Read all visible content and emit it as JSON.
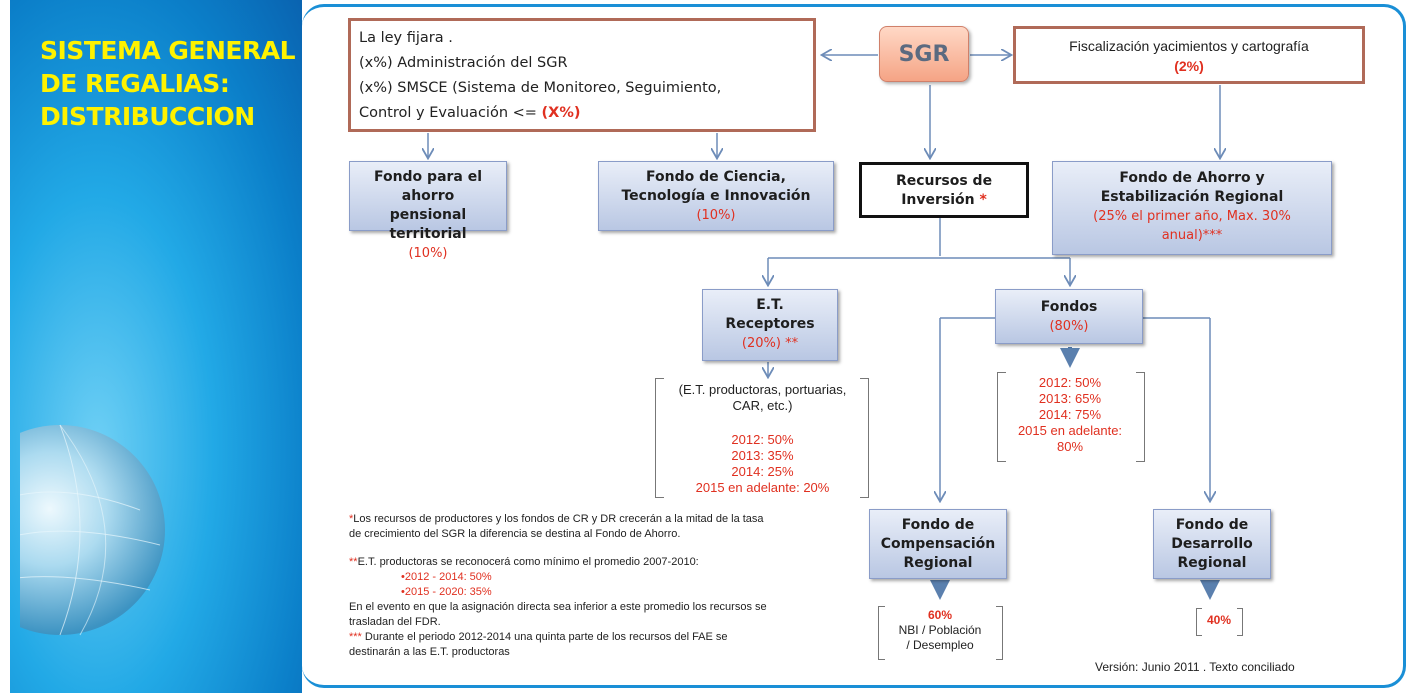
{
  "sidebar": {
    "title": "SISTEMA GENERAL DE REGALIAS: DISTRIBUCCION"
  },
  "diagram": {
    "sgr": "SGR",
    "ley": {
      "l1": "La ley fijara .",
      "l2": "(x%) Administración del SGR",
      "l3": "(x%) SMSCE (Sistema de Monitoreo, Seguimiento,",
      "l4a": "Control y Evaluación <= ",
      "l4b": "(X%)"
    },
    "fiscal": {
      "title": "Fiscalización yacimientos y cartografía",
      "pct": "(2%)"
    },
    "fondo_pensional": {
      "l1": "Fondo para el ahorro",
      "l2": "pensional territorial",
      "pct": "(10%)"
    },
    "fondo_ciencia": {
      "l1": "Fondo de Ciencia,",
      "l2": "Tecnología e Innovación",
      "pct": "(10%)"
    },
    "recursos": {
      "l1": "Recursos de",
      "l2": "Inversión ",
      "star": "*"
    },
    "fae": {
      "l1": "Fondo de Ahorro y",
      "l2": "Estabilización Regional",
      "pct1": "(25% el primer año, Max. 30%",
      "pct2": "anual)***"
    },
    "et": {
      "l1": "E.T.",
      "l2": "Receptores",
      "pct": "(20%) **"
    },
    "fondos": {
      "l1": "Fondos",
      "pct": "(80%)"
    },
    "et_detail": {
      "l1": "(E.T. productoras, portuarias,",
      "l2": "CAR, etc.)",
      "y1": "2012: 50%",
      "y2": "2013: 35%",
      "y3": "2014: 25%",
      "y4": "2015 en adelante: 20%"
    },
    "fondos_detail": {
      "y1": "2012: 50%",
      "y2": "2013: 65%",
      "y3": "2014: 75%",
      "y4": "2015 en adelante:",
      "y5": "80%"
    },
    "fcr": {
      "l1": "Fondo de",
      "l2": "Compensación",
      "l3": "Regional"
    },
    "fdr": {
      "l1": "Fondo de",
      "l2": "Desarrollo",
      "l3": "Regional"
    },
    "fcr_detail": {
      "pct": "60%",
      "l1": "NBI / Población",
      "l2": "/ Desempleo"
    },
    "fdr_detail": {
      "pct": "40%"
    }
  },
  "notes": {
    "n1_star": "*",
    "n1a": "Los recursos de productores y los fondos de CR y DR crecerán a la mitad de la tasa",
    "n1b": "de crecimiento del SGR la diferencia se destina al Fondo de Ahorro.",
    "n2_star": "**",
    "n2": "E.T. productoras  se reconocerá como mínimo  el promedio 2007-2010:",
    "n2_b1": "•2012 - 2014: 50%",
    "n2_b2": "•2015 - 2020: 35%",
    "n3a": "En el evento en que la asignación directa sea inferior a este promedio los recursos se",
    "n3b": "trasladan del FDR.",
    "n4_star": "***",
    "n4a": " Durante el periodo 2012-2014 una quinta parte de los recursos del FAE se",
    "n4b": "destinarán a las E.T. productoras",
    "version": "Versión: Junio 2011 . Texto conciliado"
  }
}
